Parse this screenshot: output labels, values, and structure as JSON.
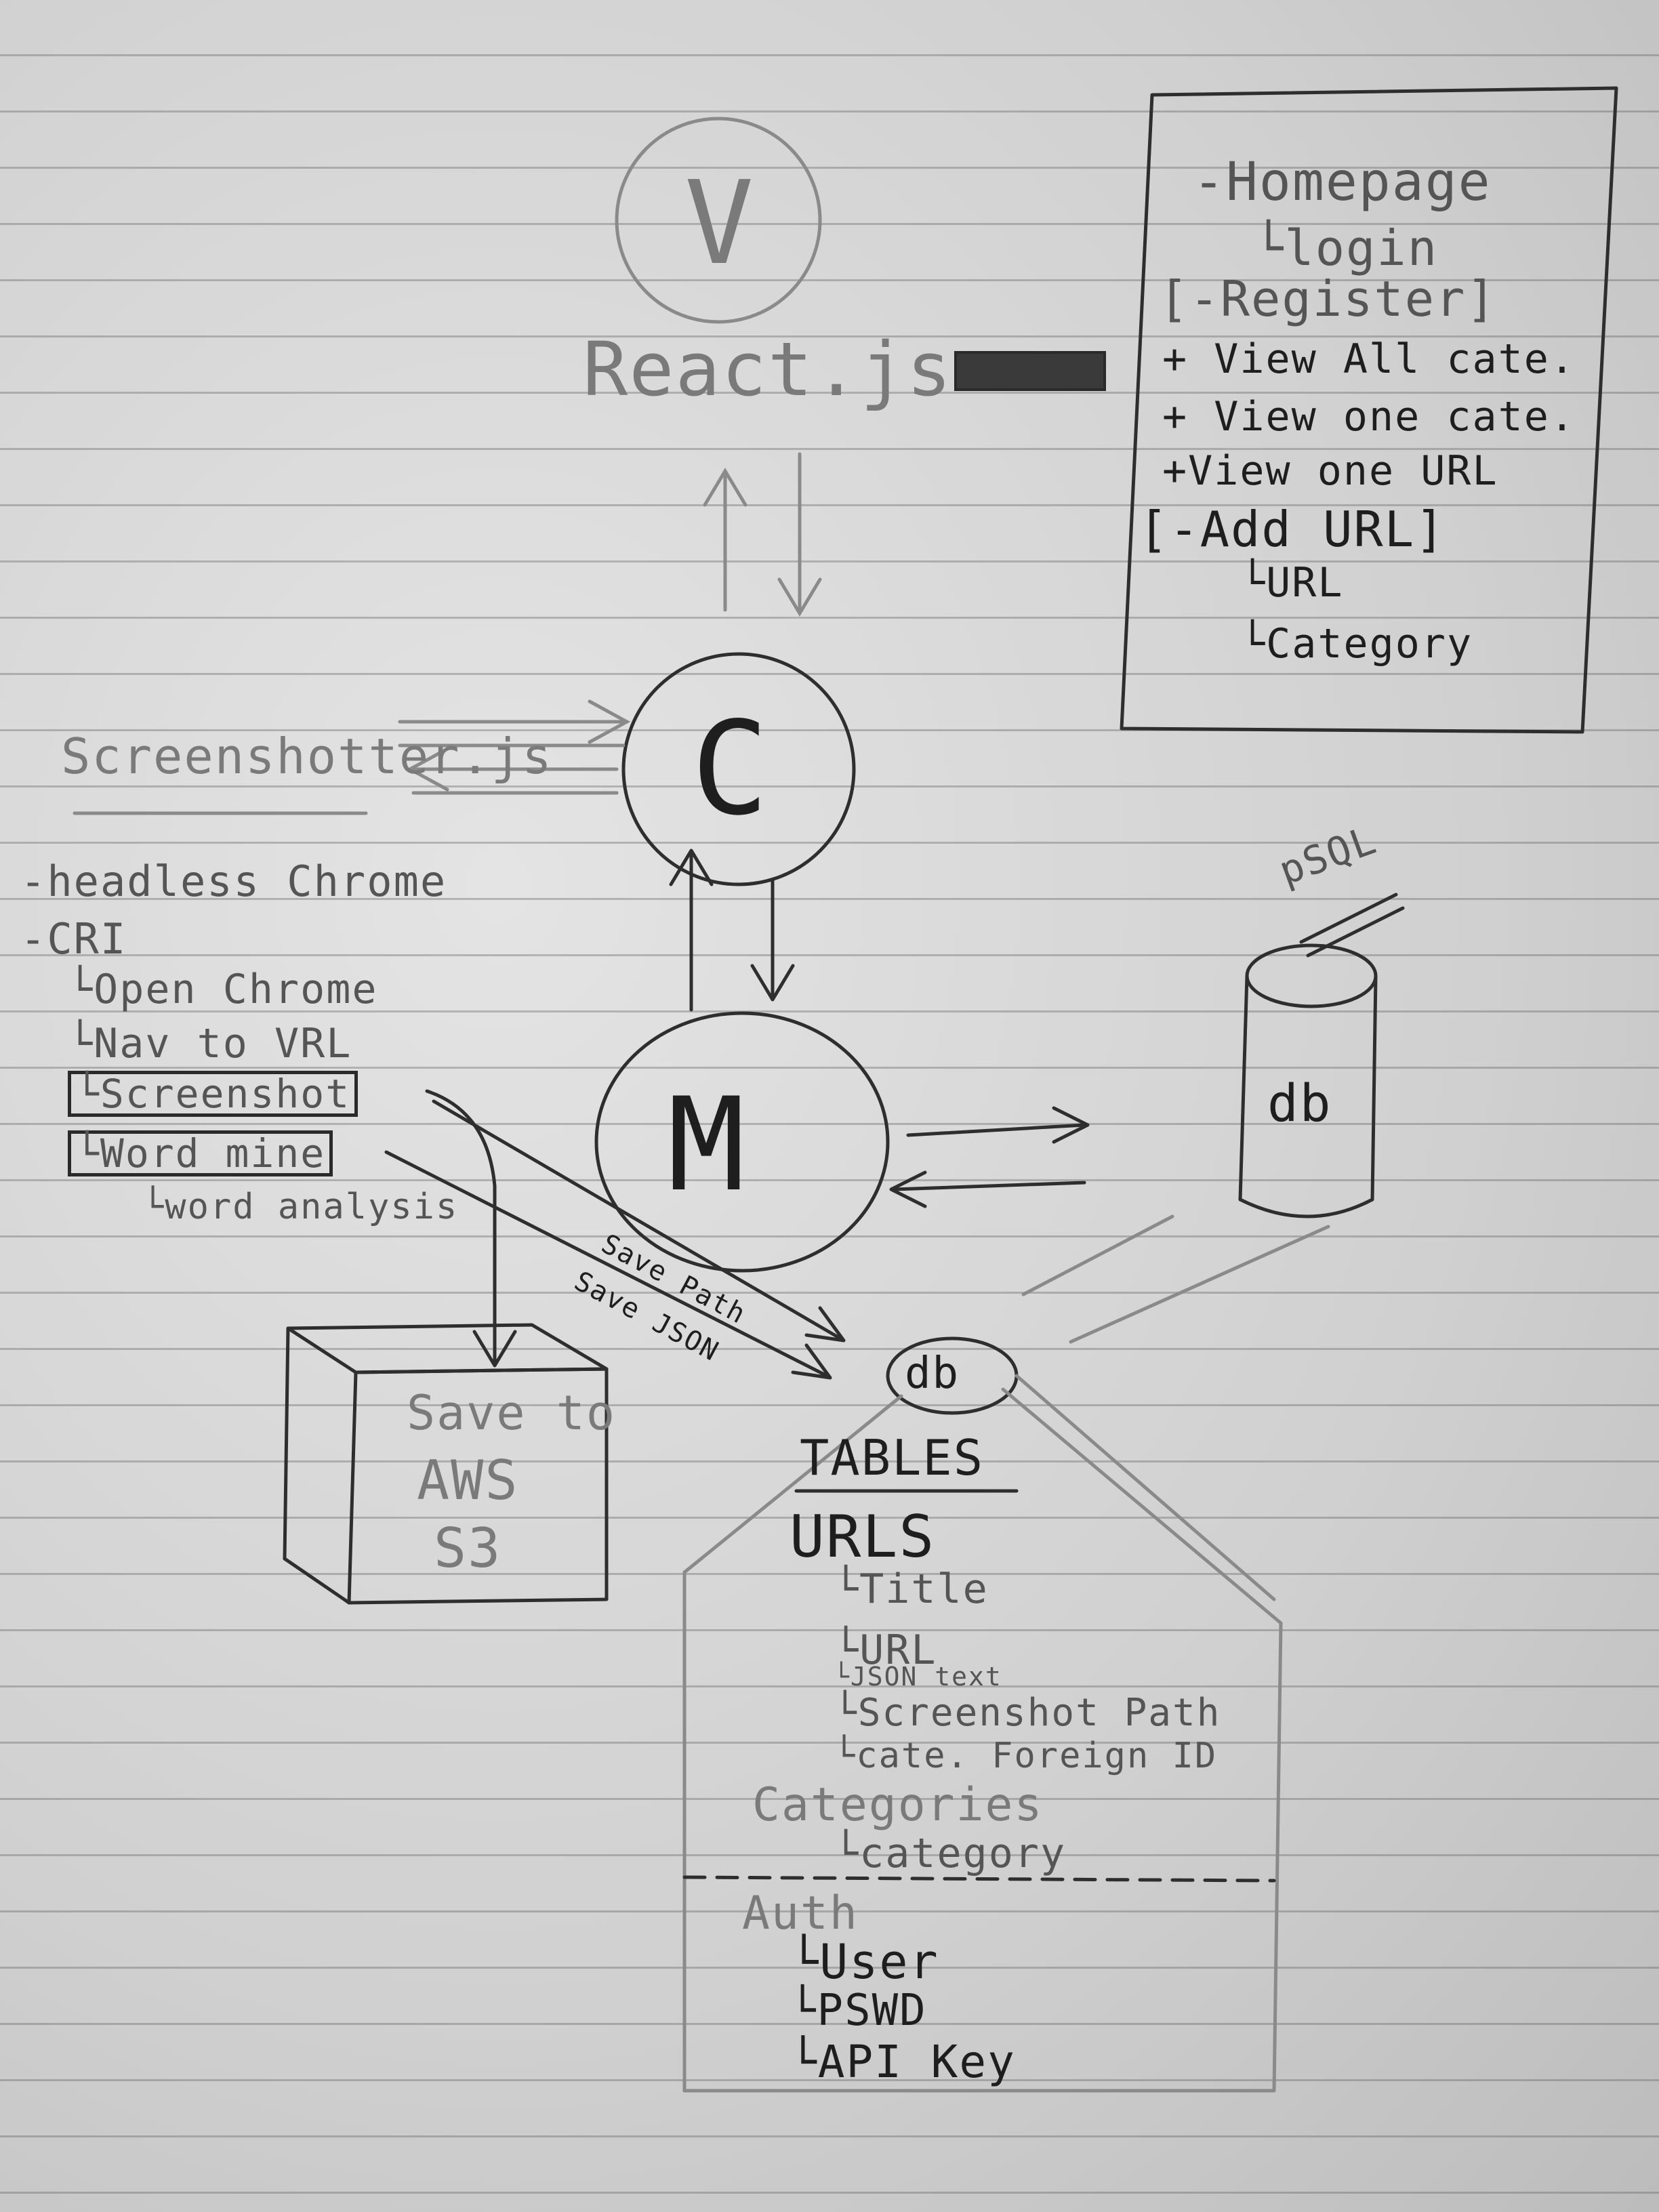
{
  "view": {
    "letter": "V",
    "label": "React.js"
  },
  "controller": {
    "letter": "C"
  },
  "model": {
    "letter": "M"
  },
  "routes": {
    "items": [
      "-Homepage",
      "└login",
      "[-Register]",
      "+ View All cate.",
      "+ View one cate.",
      "+View one URL",
      "[-Add URL]",
      "└URL",
      "└Category"
    ]
  },
  "screenshotter": {
    "title": "Screenshotter.js",
    "items": [
      "-headless Chrome",
      "-CRI",
      "└Open Chrome",
      "└Nav to VRL",
      "└Screenshot",
      "└Word mine",
      "└word analysis"
    ]
  },
  "psql": {
    "label": "pSQL",
    "db": "db"
  },
  "s3": {
    "line1": "Save to",
    "line2": "AWS",
    "line3": "S3"
  },
  "flows": {
    "save_path": "Save Path",
    "save_json": "Save JSON"
  },
  "schema": {
    "db": "db",
    "heading": "TABLES",
    "urls": "URLS",
    "url_fields": [
      "└Title",
      "└URL",
      "└JSON text",
      "└Screenshot Path",
      "└cate. Foreign ID"
    ],
    "categories": "Categories",
    "category_fields": [
      "└category"
    ],
    "auth": "Auth",
    "auth_fields": [
      "└User",
      "└PSWD",
      "└API Key"
    ]
  }
}
